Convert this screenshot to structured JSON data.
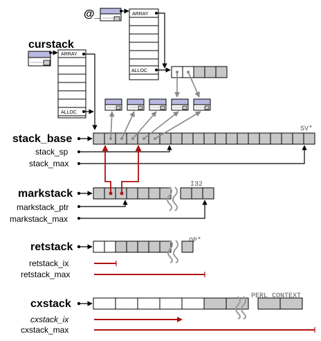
{
  "stacks": {
    "at_underscore": {
      "label": "@_",
      "array_label": "ARRAY",
      "alloc_label": "ALLOC"
    },
    "curstack": {
      "label": "curstack",
      "array_label": "ARRAY",
      "alloc_label": "ALLOC"
    },
    "stack_base": {
      "label": "stack_base",
      "type_label": "SV*",
      "sp_label": "stack_sp",
      "max_label": "stack_max"
    },
    "markstack": {
      "label": "markstack",
      "type_label": "I32",
      "ptr_label": "markstack_ptr",
      "max_label": "markstack_max"
    },
    "retstack": {
      "label": "retstack",
      "type_label": "OP*",
      "ix_label": "retstack_ix",
      "max_label": "retstack_max"
    },
    "cxstack": {
      "label": "cxstack",
      "type_label": "PERL_CONTEXT",
      "ix_label": "cxstack_ix",
      "max_label": "cxstack_max"
    }
  },
  "colors": {
    "filled_cell": "#c8c8c8",
    "empty_cell": "#ffffff",
    "pointer_black": "#000000",
    "pointer_gray": "#888888",
    "pointer_red": "#b01010",
    "sv_icon_top": "#b8b8e0"
  },
  "icons": [
    "sv-head-icon",
    "wavy-break-icon",
    "arrow-icon"
  ]
}
